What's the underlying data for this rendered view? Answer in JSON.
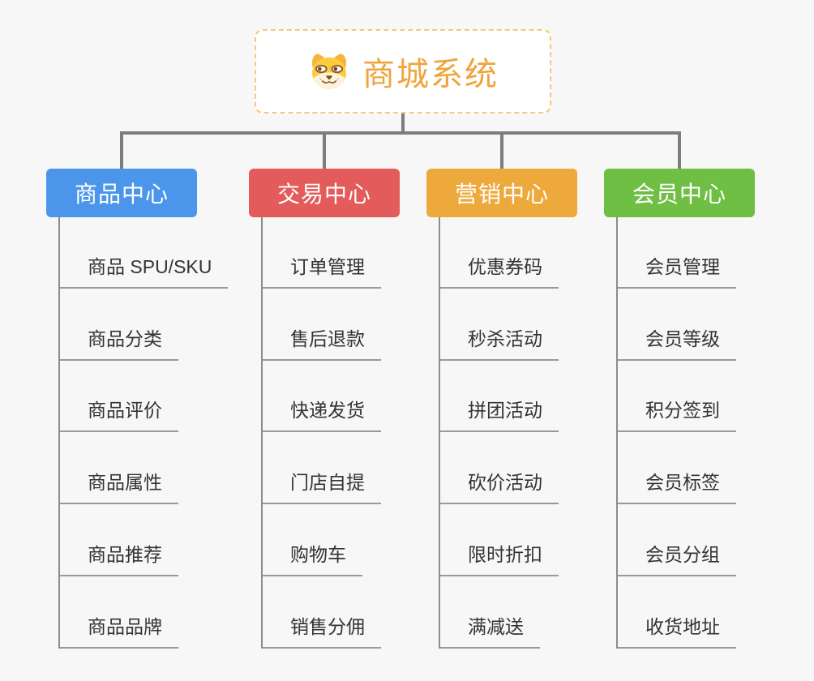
{
  "root": {
    "title": "商城系统",
    "icon": "dog-face-icon",
    "title_color": "#f0a43c",
    "border_color": "#f6c77e",
    "background": "#ffffff"
  },
  "connectors": {
    "color": "#7d7d7d"
  },
  "branches": [
    {
      "id": "product-center",
      "label": "商品中心",
      "color": "#4b96ea",
      "items": [
        "商品 SPU/SKU",
        "商品分类",
        "商品评价",
        "商品属性",
        "商品推荐",
        "商品品牌"
      ]
    },
    {
      "id": "trade-center",
      "label": "交易中心",
      "color": "#e45b5b",
      "items": [
        "订单管理",
        "售后退款",
        "快递发货",
        "门店自提",
        "购物车",
        "销售分佣"
      ]
    },
    {
      "id": "marketing-center",
      "label": "营销中心",
      "color": "#eea93c",
      "items": [
        "优惠券码",
        "秒杀活动",
        "拼团活动",
        "砍价活动",
        "限时折扣",
        "满减送"
      ]
    },
    {
      "id": "member-center",
      "label": "会员中心",
      "color": "#6ebf43",
      "items": [
        "会员管理",
        "会员等级",
        "积分签到",
        "会员标签",
        "会员分组",
        "收货地址"
      ]
    }
  ]
}
